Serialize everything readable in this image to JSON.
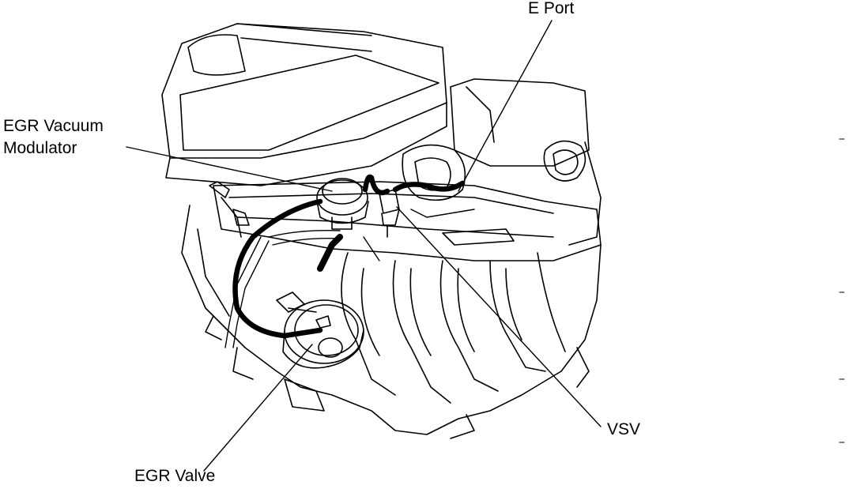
{
  "diagram": {
    "labels": {
      "e_port": "E Port",
      "egr_vacuum_modulator_line1": "EGR Vacuum",
      "egr_vacuum_modulator_line2": "Modulator",
      "vsv": "VSV",
      "egr_valve": "EGR Valve"
    },
    "colors": {
      "ink": "#000000",
      "background": "#ffffff"
    }
  }
}
